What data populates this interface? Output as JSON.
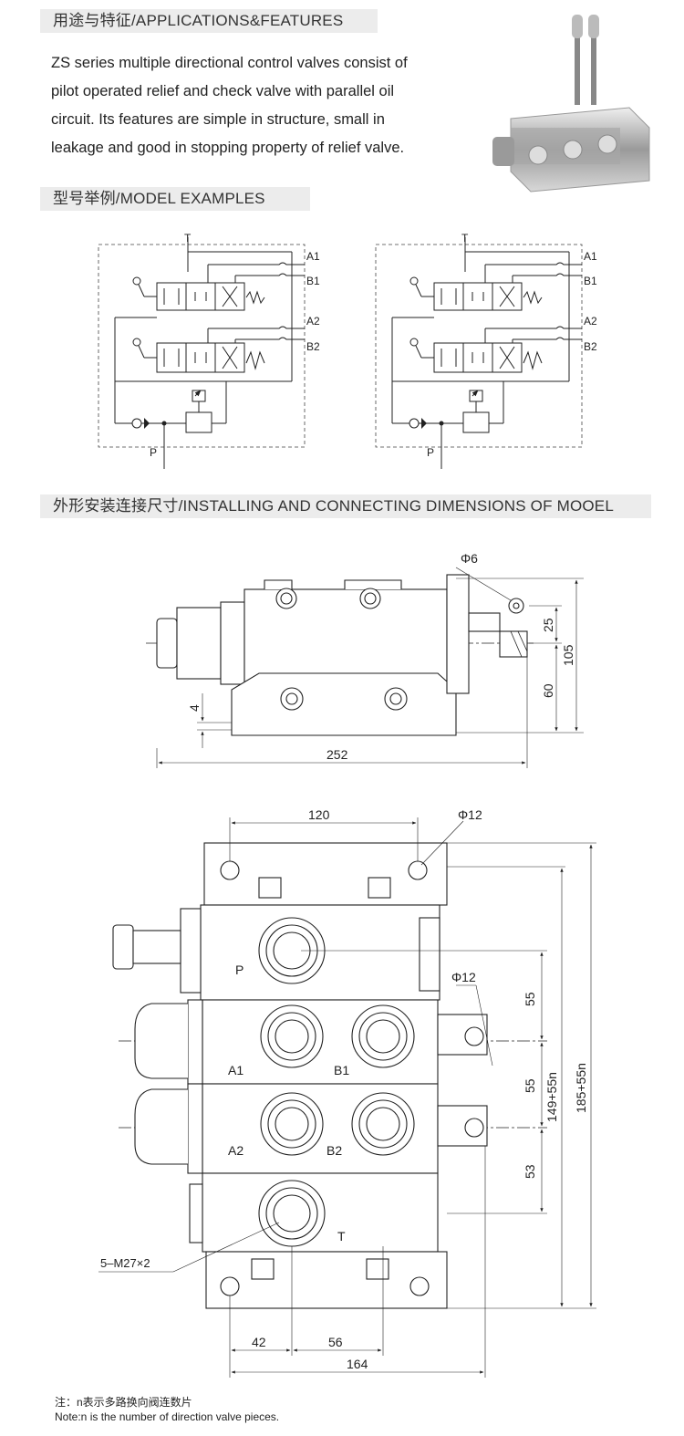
{
  "sections": {
    "applications": "用途与特征/APPLICATIONS&FEATURES",
    "models": "型号举例/MODEL EXAMPLES",
    "dimensions": "外形安装连接尺寸/INSTALLING AND CONNECTING DIMENSIONS OF MOOEL"
  },
  "intro_lines": [
    "ZS series multiple directional control valves consist of",
    "pilot operated relief and check valve with parallel oil",
    "circuit. Its features are simple in structure, small in",
    "leakage and good in stopping property of relief valve."
  ],
  "schematic_ports": {
    "t": "T",
    "a1": "A1",
    "b1": "B1",
    "a2": "A2",
    "b2": "B2",
    "p": "P"
  },
  "side_view_dims": {
    "hole": "Φ6",
    "d25": "25",
    "d60": "60",
    "d105": "105",
    "d4": "4",
    "d252": "252"
  },
  "front_view_dims": {
    "d120": "120",
    "hole12_top": "Φ12",
    "hole12_right": "Φ12",
    "d55a": "55",
    "d55b": "55",
    "d53": "53",
    "d149": "149+55n",
    "d185": "185+55n",
    "thread": "5–M27×2",
    "d42": "42",
    "d56": "56",
    "d164": "164",
    "p": "P",
    "a1": "A1",
    "b1": "B1",
    "a2": "A2",
    "b2": "B2",
    "t": "T"
  },
  "notes": {
    "cn": "注：n表示多路换向阀连数片",
    "en": "Note:n is the number of direction valve pieces."
  }
}
